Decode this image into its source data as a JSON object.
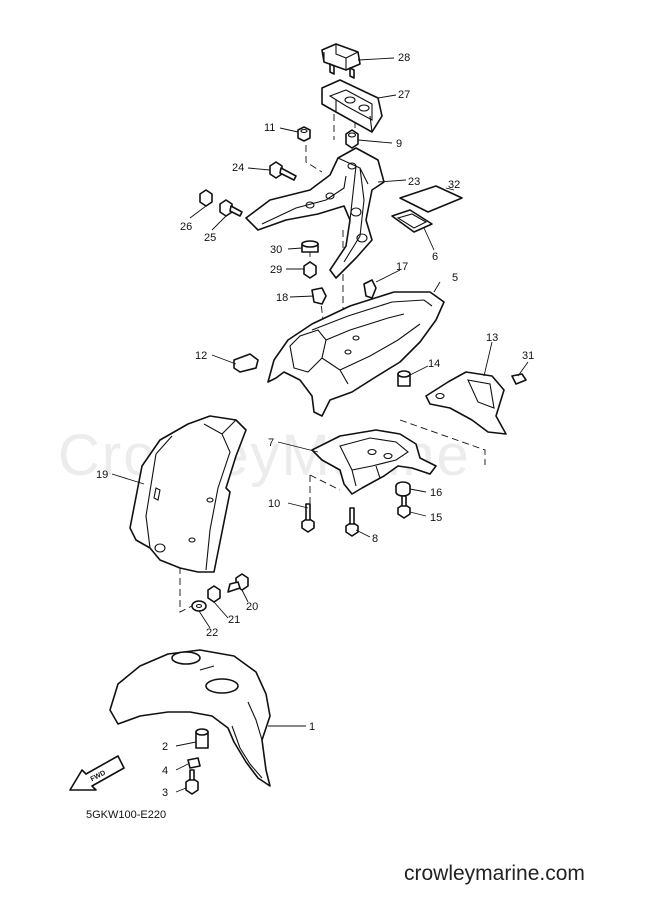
{
  "watermark": "CrowleyMarine",
  "drawing_code": "5GKW100-E220",
  "footer_site": "crowleymarine.com",
  "fwd_label": "FWD",
  "callouts": [
    {
      "label": "1"
    },
    {
      "label": "2"
    },
    {
      "label": "3"
    },
    {
      "label": "4"
    },
    {
      "label": "5"
    },
    {
      "label": "6"
    },
    {
      "label": "7"
    },
    {
      "label": "8"
    },
    {
      "label": "9"
    },
    {
      "label": "10"
    },
    {
      "label": "11"
    },
    {
      "label": "12"
    },
    {
      "label": "13"
    },
    {
      "label": "14"
    },
    {
      "label": "15"
    },
    {
      "label": "16"
    },
    {
      "label": "17"
    },
    {
      "label": "18"
    },
    {
      "label": "19"
    },
    {
      "label": "20"
    },
    {
      "label": "21"
    },
    {
      "label": "22"
    },
    {
      "label": "23"
    },
    {
      "label": "24"
    },
    {
      "label": "25"
    },
    {
      "label": "26"
    },
    {
      "label": "27"
    },
    {
      "label": "28"
    },
    {
      "label": "29"
    },
    {
      "label": "30"
    },
    {
      "label": "31"
    },
    {
      "label": "32"
    }
  ]
}
